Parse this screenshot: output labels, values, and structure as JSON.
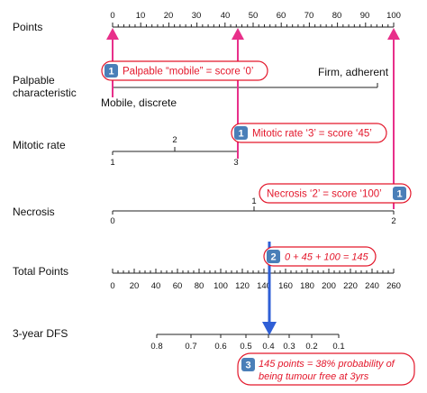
{
  "rows": {
    "points": {
      "label": "Points",
      "ticks": [
        "0",
        "10",
        "20",
        "30",
        "40",
        "50",
        "60",
        "70",
        "80",
        "90",
        "100"
      ]
    },
    "palpable": {
      "label_line1": "Palpable",
      "label_line2": "characteristic",
      "left": "Mobile, discrete",
      "right": "Firm, adherent"
    },
    "mitotic": {
      "label": "Mitotic rate",
      "ticks": [
        "1",
        "2",
        "3"
      ]
    },
    "necrosis": {
      "label": "Necrosis",
      "ticks": [
        "0",
        "1",
        "2"
      ]
    },
    "total": {
      "label": "Total Points",
      "ticks": [
        "0",
        "20",
        "40",
        "60",
        "80",
        "100",
        "120",
        "140",
        "160",
        "180",
        "200",
        "220",
        "240",
        "260"
      ]
    },
    "dfs": {
      "label": "3-year DFS",
      "ticks": [
        "0.8",
        "0.7",
        "0.6",
        "0.5",
        "0.4",
        "0.3",
        "0.2",
        "0.1"
      ]
    }
  },
  "callouts": {
    "c1": {
      "num": "1",
      "text": "Palpable “mobile” = score ‘0’"
    },
    "c1b": {
      "num": "1",
      "text": "Mitotic rate ‘3’ = score ‘45’"
    },
    "c1c": {
      "num": "1",
      "text": "Necrosis ‘2’ = score ‘100’"
    },
    "c2": {
      "num": "2",
      "text": "0 + 45 + 100 = 145"
    },
    "c3": {
      "num": "3",
      "line1": "145 points = 38% probability of",
      "line2": "being tumour free at 3yrs"
    }
  },
  "colors": {
    "arrow_pink": "#e8308a",
    "arrow_blue": "#2f5fd6",
    "callout_red": "#e3172b",
    "badge_blue": "#4a7fb8"
  }
}
